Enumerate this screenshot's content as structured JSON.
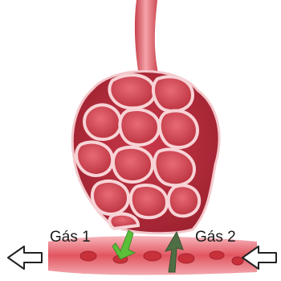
{
  "labels": {
    "gas_1": "Gás 1",
    "gas_2": "Gás 2"
  },
  "colors": {
    "background": "#ffffff",
    "tissue_red": "#e2525b",
    "tissue_light": "#f19aa2",
    "tissue_dark": "#b8303a",
    "blood_cell": "#c8303a",
    "gas_1_arrow": "#5bbf3a",
    "gas_2_arrow": "#4f6e45",
    "flow_arrow_outline": "#222222"
  },
  "icons": {
    "left_flow": "hollow-arrow-left",
    "right_flow": "hollow-arrow-left",
    "gas_1_direction": "arrow-down-left",
    "gas_2_direction": "arrow-up-right"
  }
}
